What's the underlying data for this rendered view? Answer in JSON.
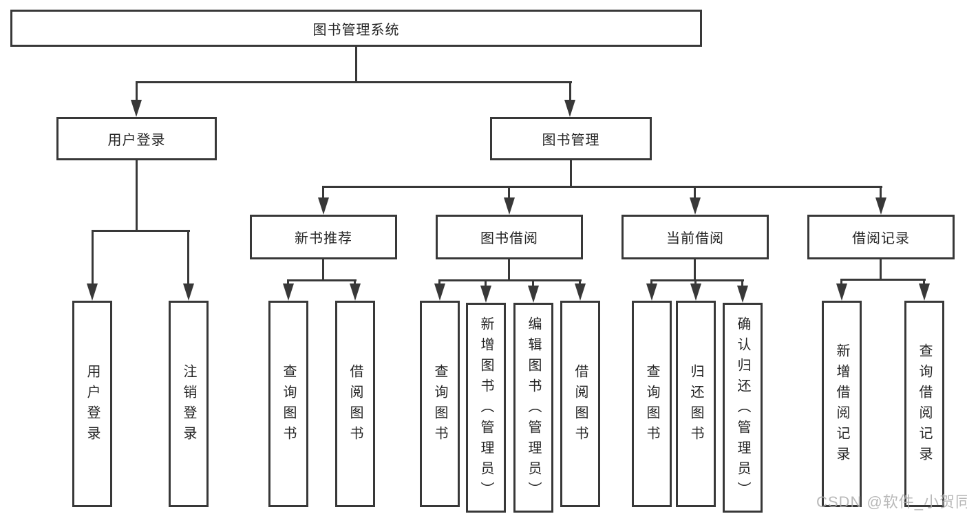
{
  "tree": {
    "root": {
      "label": "图书管理系统"
    },
    "branches": [
      {
        "label": "用户登录",
        "children": [
          {
            "label": "用户登录"
          },
          {
            "label": "注销登录"
          }
        ]
      },
      {
        "label": "图书管理",
        "sections": [
          {
            "label": "新书推荐",
            "children": [
              {
                "label": "查询图书"
              },
              {
                "label": "借阅图书"
              }
            ]
          },
          {
            "label": "图书借阅",
            "children": [
              {
                "label": "查询图书"
              },
              {
                "label": "新增图书（管理员）"
              },
              {
                "label": "编辑图书（管理员）"
              },
              {
                "label": "借阅图书"
              }
            ]
          },
          {
            "label": "当前借阅",
            "children": [
              {
                "label": "查询图书"
              },
              {
                "label": "归还图书"
              },
              {
                "label": "确认归还（管理员）"
              }
            ]
          },
          {
            "label": "借阅记录",
            "children": [
              {
                "label": "新增借阅记录"
              },
              {
                "label": "查询借阅记录"
              }
            ]
          }
        ]
      }
    ]
  },
  "watermark": {
    "text": "CSDN @软件_小贺同学"
  },
  "colors": {
    "line": "#383838",
    "text": "#262626",
    "background": "#ffffff",
    "watermark": "#adadad"
  }
}
